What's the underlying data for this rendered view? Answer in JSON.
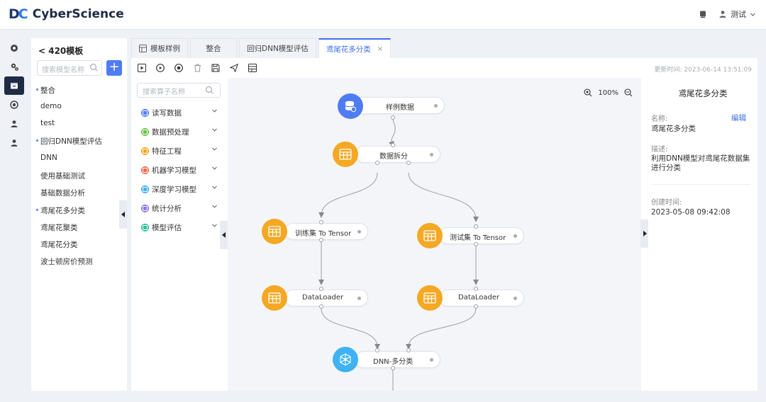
{
  "header": {
    "brand_mark_a": "D",
    "brand_mark_b": "C",
    "brand": "CyberScience",
    "user": "测试"
  },
  "sidebar": {
    "title": "420模板",
    "search_placeholder": "搜索模型名称",
    "add_label": "+",
    "items": [
      {
        "label": "整合",
        "dot": true
      },
      {
        "label": "demo",
        "dot": false
      },
      {
        "label": "test",
        "dot": false
      },
      {
        "label": "回归DNN模型评估",
        "dot": true
      },
      {
        "label": "DNN",
        "dot": false
      },
      {
        "label": "使用基础测试",
        "dot": false
      },
      {
        "label": "基础数据分析",
        "dot": false
      },
      {
        "label": "鸢尾花多分类",
        "dot": true
      },
      {
        "label": "鸢尾花聚类",
        "dot": false
      },
      {
        "label": "鸢尾花分类",
        "dot": false
      },
      {
        "label": "波士顿房价预测",
        "dot": false
      }
    ]
  },
  "tabs": [
    {
      "label": "模板样例"
    },
    {
      "label": "整合"
    },
    {
      "label": "回归DNN模型评估"
    },
    {
      "label": "鸢尾花多分类",
      "close": "×"
    }
  ],
  "toolbar": {
    "updated": "更新时间:  2023-06-14 13:51:09"
  },
  "palette": {
    "search_placeholder": "搜索算子名称",
    "categories": [
      {
        "label": "读写数据",
        "color": "#4e7cf3"
      },
      {
        "label": "数据预处理",
        "color": "#6cc24a"
      },
      {
        "label": "特征工程",
        "color": "#f4a823"
      },
      {
        "label": "机器学习模型",
        "color": "#ee6a4f"
      },
      {
        "label": "深度学习模型",
        "color": "#3eb2f3"
      },
      {
        "label": "统计分析",
        "color": "#8a78e6"
      },
      {
        "label": "模型评估",
        "color": "#2fbf9a"
      }
    ]
  },
  "canvas": {
    "zoom": "100%",
    "nodes": {
      "sample": "样例数据",
      "split": "数据拆分",
      "train": "训练集 To Tensor",
      "test": "测试集 To Tensor",
      "dl1": "DataLoader",
      "dl2": "DataLoader",
      "dnn": "DNN-多分类"
    }
  },
  "panel": {
    "title": "鸢尾花多分类",
    "name_label": "名称:",
    "edit": "编辑",
    "name": "鸢尾花多分类",
    "desc_label": "描述:",
    "desc": "利用DNN模型对鸢尾花数据集进行分类",
    "created_label": "创建时间:",
    "created": "2023-05-08 09:42:08"
  }
}
